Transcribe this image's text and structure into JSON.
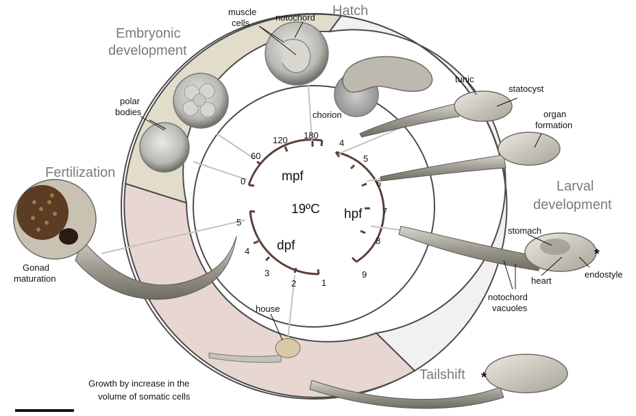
{
  "center_label": "19ºC",
  "units": {
    "mpf": "mpf",
    "hpf": "hpf",
    "dpf": "dpf"
  },
  "stages": {
    "embryonic": [
      "Embryonic",
      "development"
    ],
    "hatch": "Hatch",
    "fertilization": "Fertilization",
    "larval": [
      "Larval",
      "development"
    ],
    "tailshift": "Tailshift"
  },
  "annotations": {
    "muscle_cells": [
      "muscle",
      "cells"
    ],
    "notochord": "notochord",
    "polar_bodies": [
      "polar",
      "bodies"
    ],
    "chorion": "chorion",
    "tunic": "tunic",
    "statocyst": "statocyst",
    "organ_formation": [
      "organ",
      "formation"
    ],
    "stomach": "stomach",
    "heart": "heart",
    "endostyle": "endostyle",
    "notochord_vacuoles": [
      "notochord",
      "vacuoles"
    ],
    "house": "house",
    "gonad_maturation": [
      "Gonad",
      "maturation"
    ],
    "growth": [
      "Growth by increase in the",
      "volume of somatic cells"
    ],
    "asterisk": "*"
  },
  "ticks": {
    "mpf": [
      "0",
      "60",
      "120",
      "180"
    ],
    "hpf": [
      "4",
      "5",
      "6",
      "7",
      "8",
      "9"
    ],
    "dpf": [
      "1",
      "2",
      "3",
      "4",
      "5"
    ]
  },
  "colors": {
    "embryonic_band": "#e2dccb",
    "hatch_band": "#f2f0f1",
    "growth_band": "#e8d6d2",
    "ring_outline": "#4a4a4a",
    "bracket": "#5a3f38",
    "stage_text": "#7a7a7a",
    "leader_line": "#c2c2c2"
  }
}
